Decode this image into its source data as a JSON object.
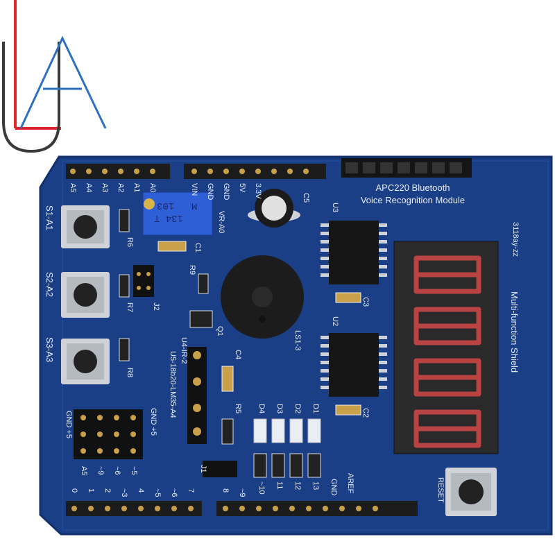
{
  "logo": {
    "name": "logo-mark",
    "colors": {
      "red": "#e0242b",
      "blue": "#2d6fc2",
      "dark": "#3a3a3a"
    }
  },
  "colors": {
    "pcb": "#1a3f86",
    "pcb_dark": "#12306b",
    "silk": "#e8eef8",
    "header": "#1c1c1c",
    "gold": "#c9a14a",
    "display_red": "#d43a3a",
    "display_body": "#2a2a2a"
  },
  "labels": {
    "top_analog": [
      "A5",
      "A4",
      "A3",
      "A2",
      "A1",
      "A0"
    ],
    "top_power": [
      "VIN",
      "GND",
      "GND",
      "5V",
      "3.3V"
    ],
    "apc220_line1": "APC220 Bluetooth",
    "apc220_line2": "Voice Recognition Module",
    "s1": "S1-A1",
    "s2": "S2-A2",
    "s3": "S3-A3",
    "r6": "R6",
    "r7": "R7",
    "r8": "R8",
    "r9": "R9",
    "r5": "R5",
    "j1": "J1",
    "j2": "J2",
    "c1": "C1",
    "c2": "C2",
    "c3": "C3",
    "c4": "C4",
    "c5": "C5",
    "u2": "U2",
    "u3": "U3",
    "u4": "U4-IR-2",
    "u5": "U5-18b20-LM35-A4",
    "q1": "Q1",
    "ls1": "LS1-3",
    "vr": "VR-A0",
    "pot_code": "103",
    "pot_sub": "134 T",
    "pot_m": "M",
    "leds": [
      "D4",
      "D3",
      "D2",
      "D1"
    ],
    "led_res": [
      "~10",
      "11",
      "12",
      "13"
    ],
    "gnd5_left": "GND +5",
    "gnd5_right": "GND +5",
    "servo_pins": [
      "A5",
      "~9",
      "~6",
      "~5"
    ],
    "bottom_digital": [
      "0",
      "1",
      "2",
      "~3",
      "4",
      "~5",
      "~6",
      "7"
    ],
    "bottom_digital2": [
      "8",
      "~9",
      "~10",
      "~11",
      "12",
      "13",
      "GND",
      "AREF"
    ],
    "reset": "RESET",
    "shield_title": "Multi-function Shield",
    "board_code": "3118ay-zz",
    "display_digits": "8.8.8.8."
  }
}
